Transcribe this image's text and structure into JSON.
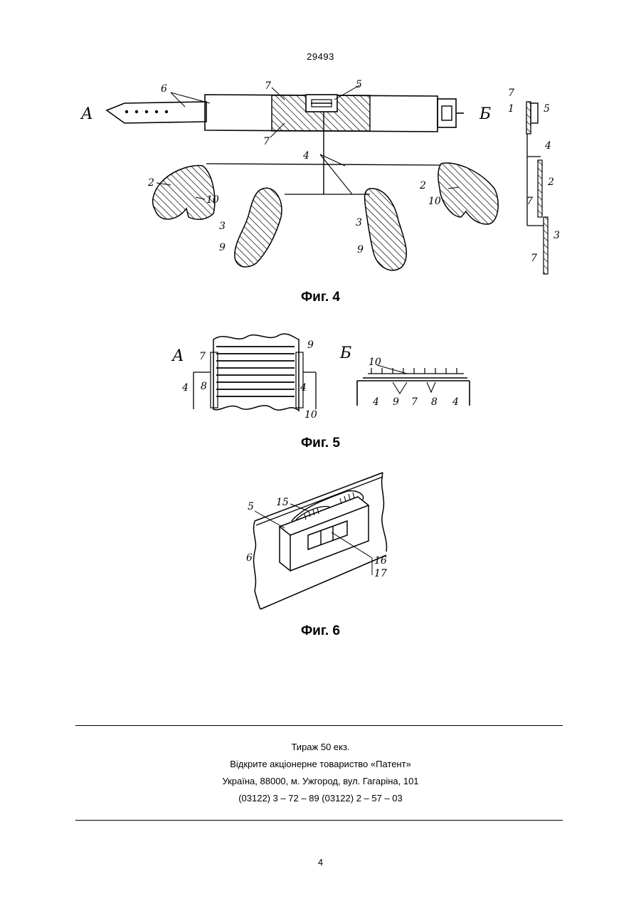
{
  "header": {
    "doc_number": "29493"
  },
  "figures": [
    {
      "caption": "Фиг. 4",
      "labels": {
        "A": "А",
        "B": "Б",
        "n1": "1",
        "n2": "2",
        "n3": "3",
        "n4": "4",
        "n5": "5",
        "n6": "6",
        "n7": "7",
        "n9": "9",
        "n10": "10"
      }
    },
    {
      "caption": "Фиг. 5",
      "labels": {
        "A": "А",
        "B": "Б",
        "n4": "4",
        "n7": "7",
        "n8": "8",
        "n9": "9",
        "n10": "10"
      }
    },
    {
      "caption": "Фиг. 6",
      "labels": {
        "n5": "5",
        "n6": "6",
        "n15": "15",
        "n16": "16",
        "n17": "17"
      }
    }
  ],
  "footer": {
    "lines": [
      "Тираж 50 екз.",
      "Відкрите акціонерне товариство «Патент»",
      "Україна, 88000, м. Ужгород, вул. Гагаріна, 101",
      "(03122) 3 – 72 – 89   (03122) 2 – 57 – 03"
    ],
    "page_number": "4"
  }
}
